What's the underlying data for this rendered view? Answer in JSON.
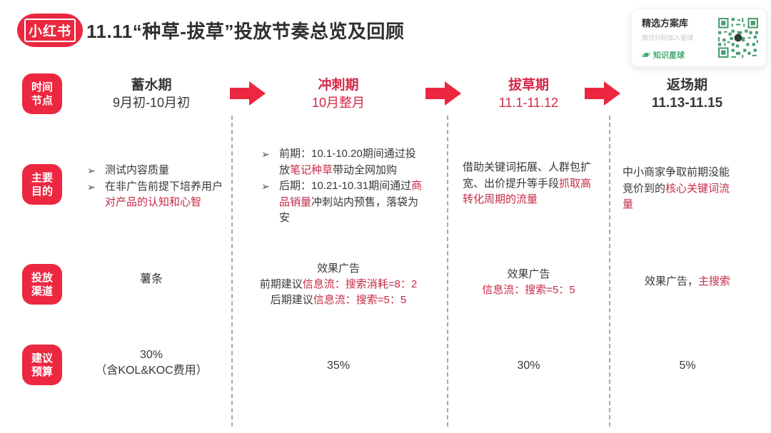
{
  "page": {
    "logo_text": "小红书",
    "title": "11.11“种草-拔草”投放节奏总览及回顾"
  },
  "promo_card": {
    "title": "精选方案库",
    "subtitle": "微信扫码加入星球",
    "brand": "知识星球"
  },
  "icons": {
    "bullet": "➢"
  },
  "colors": {
    "brand_red": "#eb2840",
    "header_red": "#d42847",
    "text_red": "#c62b48",
    "dark_text": "#383838",
    "green": "#3fa874"
  },
  "row_labels": [
    {
      "line1": "时间",
      "line2": "节点"
    },
    {
      "line1": "主要",
      "line2": "目的"
    },
    {
      "line1": "投放",
      "line2": "渠道"
    },
    {
      "line1": "建议",
      "line2": "预算"
    }
  ],
  "phases": [
    {
      "name": "蓄水期",
      "date": "9月初-10月初",
      "purpose": {
        "bullet1": {
          "p1": "测试内容质量"
        },
        "bullet2": {
          "p1": "在非广告前提下培养用户",
          "p2": "对产品的认知和心智"
        }
      },
      "channel": {
        "line1": {
          "p1": "薯条"
        }
      },
      "budget": {
        "line1": "30%",
        "line2": "（含KOL&KOC费用）"
      }
    },
    {
      "name": "冲刺期",
      "date": "10月整月",
      "purpose": {
        "bullet1": {
          "p1": "前期：10.1-10.20期间通过投放",
          "p2": "笔记种草",
          "p3": "带动全网加购"
        },
        "bullet2": {
          "p1": "后期：10.21-10.31期间通过",
          "p2": "商品销量",
          "p3": "冲刺站内预售，落袋为安"
        }
      },
      "channel": {
        "line1": {
          "p1": "效果广告"
        },
        "line2": {
          "p1": "前期建议",
          "p2": "信息流：搜索消耗=8：2"
        },
        "line3": {
          "p1": "后期建议",
          "p2": "信息流：搜索=5：5"
        }
      },
      "budget": {
        "line1": "35%"
      }
    },
    {
      "name": "拔草期",
      "date": "11.1-11.12",
      "purpose": {
        "para": {
          "p1": "借助关键词拓展、人群包扩宽、出价提升等手段",
          "p2": "抓取高转化周期的流量"
        }
      },
      "channel": {
        "line1": {
          "p1": "效果广告"
        },
        "line2": {
          "p2": "信息流：搜索=5：5"
        }
      },
      "budget": {
        "line1": "30%"
      }
    },
    {
      "name": "返场期",
      "date": "11.13-11.15",
      "purpose": {
        "para": {
          "p1": "中小商家争取前期没能竞价到的",
          "p2": "核心关键词流量"
        }
      },
      "channel": {
        "line1": {
          "p1": "效果广告，",
          "p2": "主搜索"
        }
      },
      "budget": {
        "line1": "5%"
      }
    }
  ]
}
